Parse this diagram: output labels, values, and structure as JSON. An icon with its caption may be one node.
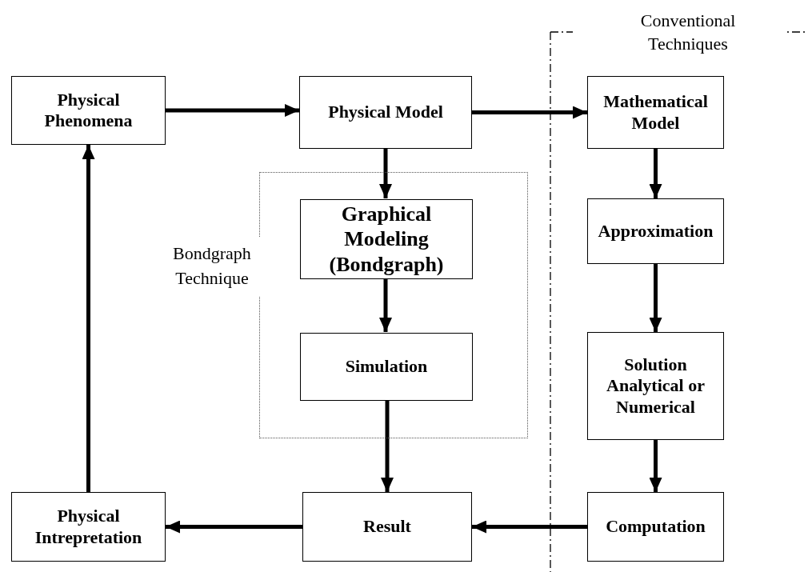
{
  "diagram": {
    "nodes": [
      {
        "text": [
          "Physical Phenomena"
        ]
      },
      {
        "text": [
          "Physical Model"
        ]
      },
      {
        "text": [
          "Mathematical Model"
        ]
      },
      {
        "text": [
          "Bondgraph Technique"
        ]
      },
      {
        "text": [
          "Graphical Modeling (Bondgraph)"
        ],
        "in": 3
      },
      {
        "text": [
          "Simulation"
        ],
        "in": 3
      },
      {
        "text": [
          "Approximation"
        ]
      },
      {
        "text": [
          "Solution Analytical or Numerical"
        ]
      },
      {
        "text": [
          "Physical Intrepretation"
        ]
      },
      {
        "text": [
          "Result"
        ]
      },
      {
        "text": [
          "Computation"
        ]
      }
    ],
    "edges": [
      {
        "from": 0,
        "to": 1,
        "arrow": "to"
      },
      {
        "from": 1,
        "to": 2,
        "arrow": "to"
      },
      {
        "from": 1,
        "to": 4,
        "arrow": "to"
      },
      {
        "from": 2,
        "to": 6,
        "arrow": "to"
      },
      {
        "from": 4,
        "to": 5,
        "arrow": "to"
      },
      {
        "from": 6,
        "to": 7,
        "arrow": "to"
      },
      {
        "from": 5,
        "to": 9,
        "arrow": "to"
      },
      {
        "from": 7,
        "to": 10,
        "arrow": "to"
      },
      {
        "from": 10,
        "to": 9,
        "arrow": "to"
      },
      {
        "from": 9,
        "to": 8,
        "arrow": "to"
      },
      {
        "from": 8,
        "to": 0,
        "arrow": "to"
      }
    ],
    "labels": [
      "Conventional Techniques"
    ]
  }
}
